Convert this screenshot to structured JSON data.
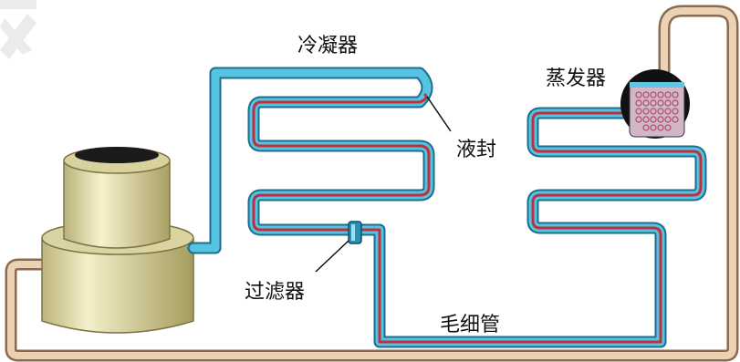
{
  "labels": {
    "condenser": "冷凝器",
    "liquid_seal": "液封",
    "evaporator": "蒸发器",
    "filter": "过滤器",
    "capillary": "毛细管"
  },
  "colors": {
    "outer_pipe": "#e8c9a8",
    "outer_pipe_edge": "#8a6a50",
    "condenser_pipe": "#3aa6c8",
    "red_core": "#c0303a",
    "compressor": "#e0dbae",
    "watermark": "#e6e6e6"
  }
}
